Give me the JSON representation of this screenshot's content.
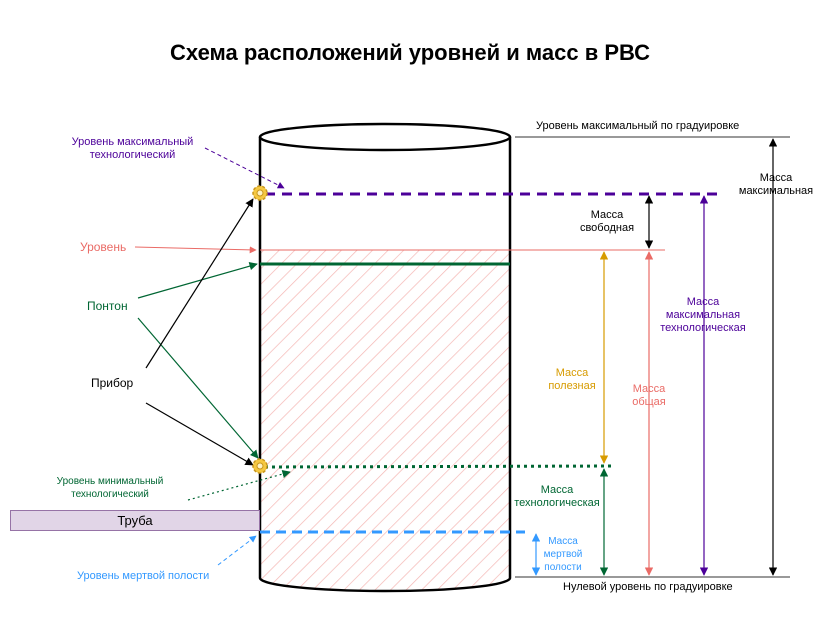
{
  "title": "Схема расположений уровней и масс в РВС",
  "left_labels": {
    "max_tech_level": "Уровень максимальный\nтехнологический",
    "level": "Уровень",
    "pontoon": "Понтон",
    "device": "Прибор",
    "min_tech_level": "Уровень минимальный\nтехнологический",
    "dead_level": "Уровень мертвой полости"
  },
  "pipe_label": "Труба",
  "right_labels": {
    "max_grad_level": "Уровень максимальный по градуировке",
    "zero_level": "Нулевой уровень по градуировке",
    "mass_max": "Масса\nмаксимальная",
    "mass_free": "Масса\nсвободная",
    "mass_max_tech": "Масса\nмаксимальная\nтехнологическая",
    "mass_useful": "Масса\nполезная",
    "mass_total": "Масса\nобщая",
    "mass_tech": "Масса\nтехнологическая",
    "mass_dead": "Масса\nмертвой\nполости"
  },
  "colors": {
    "max_tech": "#4c0099",
    "level": "#ea6b66",
    "pontoon": "#006633",
    "useful": "#d79b00",
    "dead": "#3399ff",
    "pipe_fill": "#e1d5e7",
    "pipe_border": "#9673a6",
    "hatch": "#f8cecc"
  },
  "icons": {
    "device": "gear-icon"
  }
}
